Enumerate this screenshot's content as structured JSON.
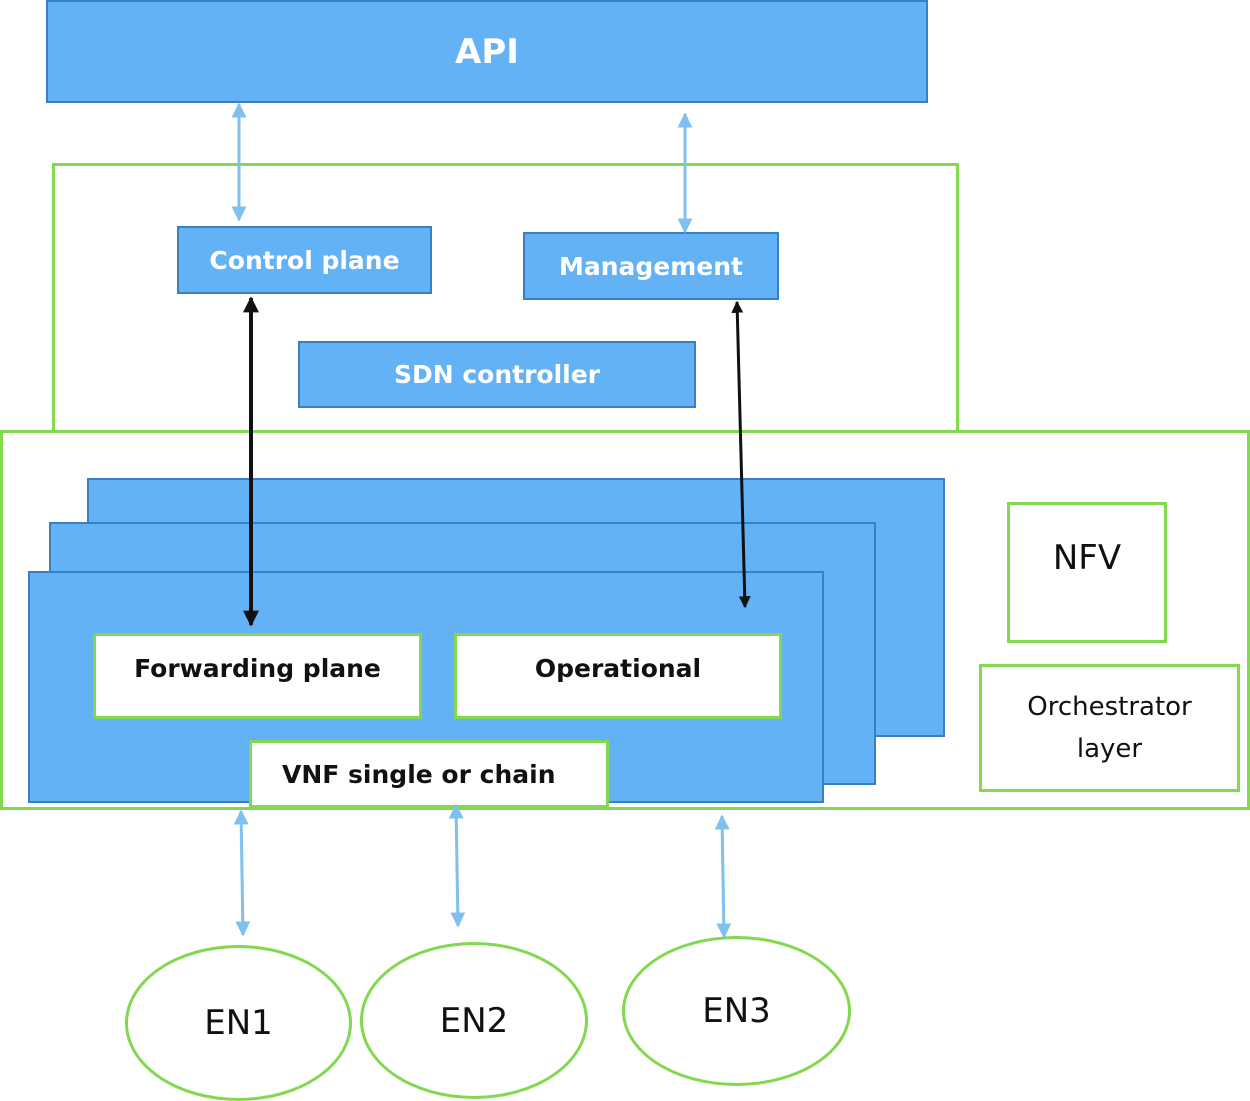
{
  "api": {
    "label": "API"
  },
  "sdn": {
    "control_plane": "Control plane",
    "management": "Management",
    "controller": "SDN controller"
  },
  "nfv_region": {
    "forwarding_plane": "Forwarding plane",
    "operational": "Operational",
    "vnf": "VNF single or chain",
    "nfv": "NFV",
    "orchestrator": "Orchestrator layer"
  },
  "end_nodes": [
    "EN1",
    "EN2",
    "EN3"
  ],
  "colors": {
    "box_fill": "#63b2f5",
    "box_border": "#3a7fc4",
    "frame": "#82d850",
    "light_arrow": "#7fc0ee",
    "dark_arrow": "#111111"
  }
}
